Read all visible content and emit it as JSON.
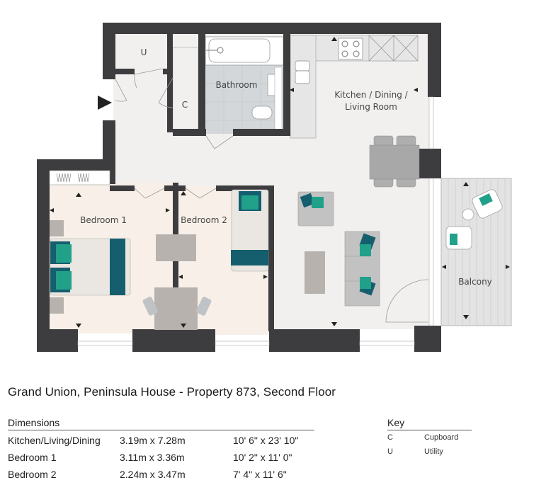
{
  "plan": {
    "rooms": {
      "utility": "U",
      "cupboard": "C",
      "bathroom": "Bathroom",
      "kitchen_line1": "Kitchen / Dining /",
      "kitchen_line2": "Living Room",
      "bedroom1": "Bedroom 1",
      "bedroom2": "Bedroom 2",
      "balcony": "Balcony"
    },
    "colors": {
      "wall": "#3d3d3f",
      "floor": "#f2f0ee",
      "bedroom_floor": "#f8f0e8",
      "bathroom_tile": "#d3d7da",
      "accent_teal_dark": "#155e6e",
      "accent_teal": "#21a08a",
      "furniture_grey": "#b7b2ae",
      "sofa_grey": "#c6c6c6"
    },
    "icons": [
      "entrance-arrow-icon",
      "dimension-marker-icon"
    ]
  },
  "title": "Grand Union, Peninsula House - Property 873, Second Floor",
  "dimensions": {
    "heading": "Dimensions",
    "rows": [
      {
        "room": "Kitchen/Living/Dining",
        "metric": "3.19m x 7.28m",
        "imperial": "10' 6\" x 23' 10\""
      },
      {
        "room": "Bedroom 1",
        "metric": "3.11m x 3.36m",
        "imperial": "10' 2\" x 11' 0\""
      },
      {
        "room": "Bedroom 2",
        "metric": "2.24m x 3.47m",
        "imperial": "7' 4\" x 11' 6\""
      }
    ]
  },
  "key": {
    "heading": "Key",
    "items": [
      {
        "code": "C",
        "label": "Cupboard"
      },
      {
        "code": "U",
        "label": "Utility"
      }
    ]
  }
}
